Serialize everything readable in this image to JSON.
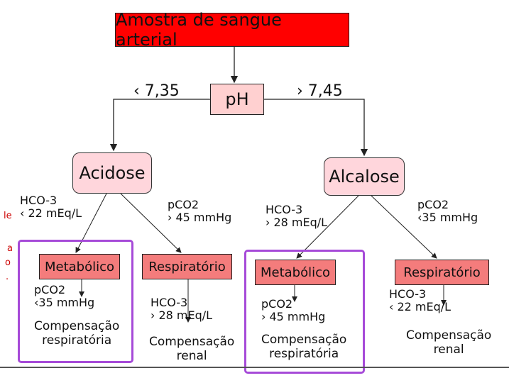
{
  "root": "Amostra de sangue arterial",
  "ph": "pH",
  "left_threshold": "‹ 7,35",
  "right_threshold": "› 7,45",
  "acidose": {
    "label": "Acidose",
    "metabolic_condition_l1": "HCO-3",
    "metabolic_condition_l2": "‹ 22 mEq/L",
    "respiratory_condition_l1": "pCO2",
    "respiratory_condition_l2": "› 45 mmHg",
    "metabolic": {
      "label": "Metabólico",
      "pco2_l1": "pCO2",
      "pco2_l2": "‹35 mmHg",
      "comp_l1": "Compensação",
      "comp_l2": "respiratória"
    },
    "respiratory": {
      "label": "Respiratório",
      "hco3_l1": "HCO-3",
      "hco3_l2": "› 28 mEq/L",
      "comp_l1": "Compensação",
      "comp_l2": "renal"
    }
  },
  "alcalose": {
    "label": "Alcalose",
    "metabolic_condition_l1": "HCO-3",
    "metabolic_condition_l2": "› 28 mEq/L",
    "respiratory_condition_l1": "pCO2",
    "respiratory_condition_l2": "‹35 mmHg",
    "metabolic": {
      "label": "Metabólico",
      "pco2_l1": "pCO2",
      "pco2_l2": "› 45 mmHg",
      "comp_l1": "Compensação",
      "comp_l2": "respiratória"
    },
    "respiratory": {
      "label": "Respiratório",
      "hco3_l1": "HCO-3",
      "hco3_l2": "‹ 22 mEq/L",
      "comp_l1": "Compensação",
      "comp_l2": "renal"
    }
  },
  "cropped_left_text": [
    "le",
    "a",
    "o",
    "."
  ],
  "colors": {
    "root_fill": "#ff0000",
    "category_fill": "#ffd6dc",
    "leaf_fill": "#f47c7c",
    "highlight_frame": "#a64ad8"
  }
}
